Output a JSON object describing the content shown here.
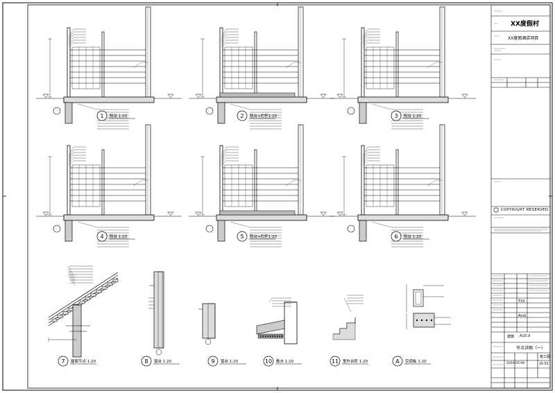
{
  "title_block": {
    "company": "XX度假村",
    "project": "XX度假酒店项目",
    "copyright": "COPYRIGHT RESERVED",
    "drawing_title": "节点详图（一）",
    "stage": "施工图",
    "sheet_no": "JS-01",
    "date": "2004-05-08",
    "fields": [
      {
        "label": "建施",
        "value": "A1D.9"
      },
      {
        "label": "日期",
        "value": "2004-05-08"
      },
      {
        "label": "审核",
        "value": "TXX"
      },
      {
        "label": "设计",
        "value": "Andi"
      }
    ]
  },
  "details": [
    {
      "no": "1",
      "label": "阳台  1:20"
    },
    {
      "no": "2",
      "label": "阳台+栏杆1:20"
    },
    {
      "no": "3",
      "label": "阳台  1:20"
    },
    {
      "no": "4",
      "label": "阳台  1:20"
    },
    {
      "no": "5",
      "label": "阳台+栏杆1:20"
    },
    {
      "no": "6",
      "label": "阳台  1:20"
    },
    {
      "no": "7",
      "label": "屋面节点  1:20"
    },
    {
      "no": "8",
      "label": "窗台  1:20"
    },
    {
      "no": "9",
      "label": "窗台  1:20"
    },
    {
      "no": "10",
      "label": "散水  1:10"
    },
    {
      "no": "11",
      "label": "室外台阶  1:20"
    },
    {
      "no": "A",
      "label": "空调板  1:20"
    }
  ]
}
